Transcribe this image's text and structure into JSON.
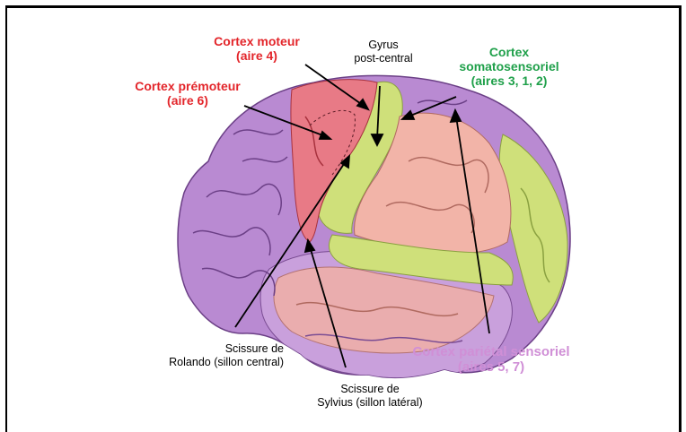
{
  "labels": {
    "cortex_moteur": [
      "Cortex moteur",
      "(aire 4)"
    ],
    "cortex_premoteur": [
      "Cortex prémoteur",
      "(aire 6)"
    ],
    "gyrus": [
      "Gyrus",
      "post-central"
    ],
    "somato": [
      "Cortex",
      "somatosensoriel",
      "(aires 3, 1, 2)"
    ],
    "parietal": [
      "Cortex pariétal sensoriel",
      "(aires 5, 7)"
    ],
    "rolando": [
      "Scissure de",
      "Rolando (sillon central)"
    ],
    "sylvius": [
      "Scissure de",
      "Sylvius (sillon latéral)"
    ]
  },
  "colors": {
    "motor": "#e3262b",
    "somatosensory": "#1fa04a",
    "parietal": "#d08fd6",
    "motor_fill": "#e87a86",
    "green_fill": "#cfe07a",
    "purple_fill": "#b57ad0",
    "pink_fill": "#f2b4a8"
  }
}
